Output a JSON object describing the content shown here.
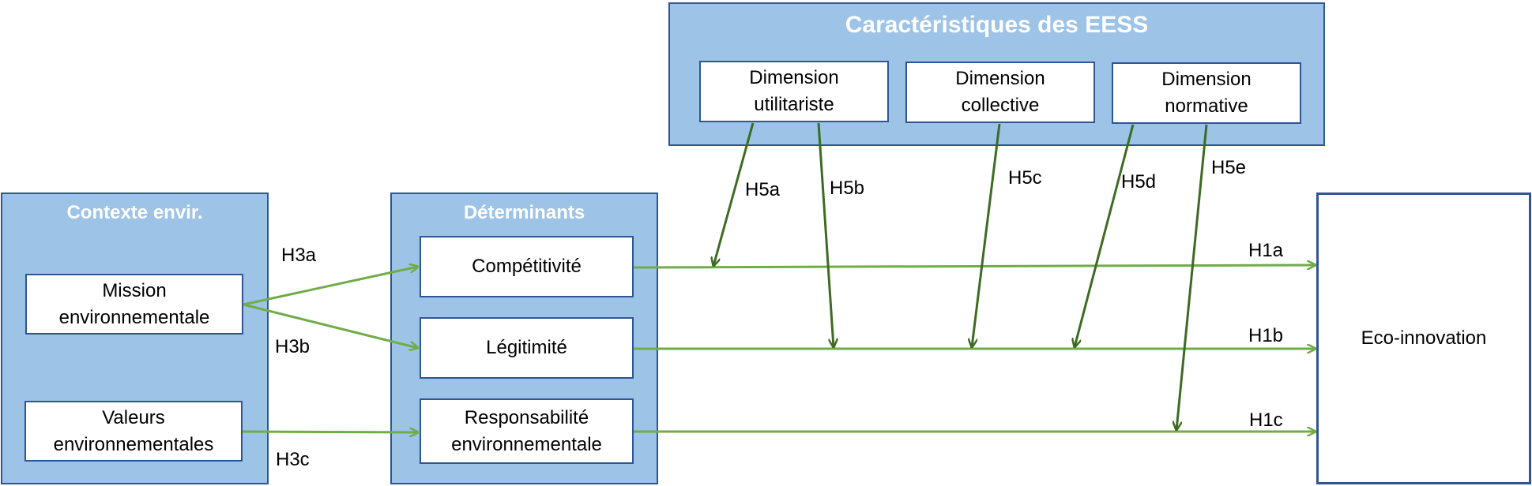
{
  "colors": {
    "panel_fill": "#9dc3e6",
    "panel_border": "#2f5597",
    "arrow_main": "#70ad47",
    "arrow_moderation": "#3e6b24"
  },
  "panels": {
    "caracteristiques": {
      "title": "Caractéristiques des EESS",
      "boxes": [
        {
          "line1": "Dimension",
          "line2": "utilitariste"
        },
        {
          "line1": "Dimension",
          "line2": "collective"
        },
        {
          "line1": "Dimension",
          "line2": "normative"
        }
      ]
    },
    "contexte": {
      "title": "Contexte envir.",
      "boxes": [
        {
          "line1": "Mission",
          "line2": "environnementale"
        },
        {
          "line1": "Valeurs",
          "line2": "environnementales"
        }
      ]
    },
    "determinants": {
      "title": "Déterminants",
      "boxes": [
        {
          "line1": "Compétitivité",
          "line2": ""
        },
        {
          "line1": "Légitimité",
          "line2": ""
        },
        {
          "line1": "Responsabilité",
          "line2": "environnementale"
        }
      ]
    }
  },
  "outcome": {
    "label": "Eco-innovation"
  },
  "hypotheses": {
    "h3a": "H3a",
    "h3b": "H3b",
    "h3c": "H3c",
    "h1a": "H1a",
    "h1b": "H1b",
    "h1c": "H1c",
    "h5a": "H5a",
    "h5b": "H5b",
    "h5c": "H5c",
    "h5d": "H5d",
    "h5e": "H5e"
  }
}
